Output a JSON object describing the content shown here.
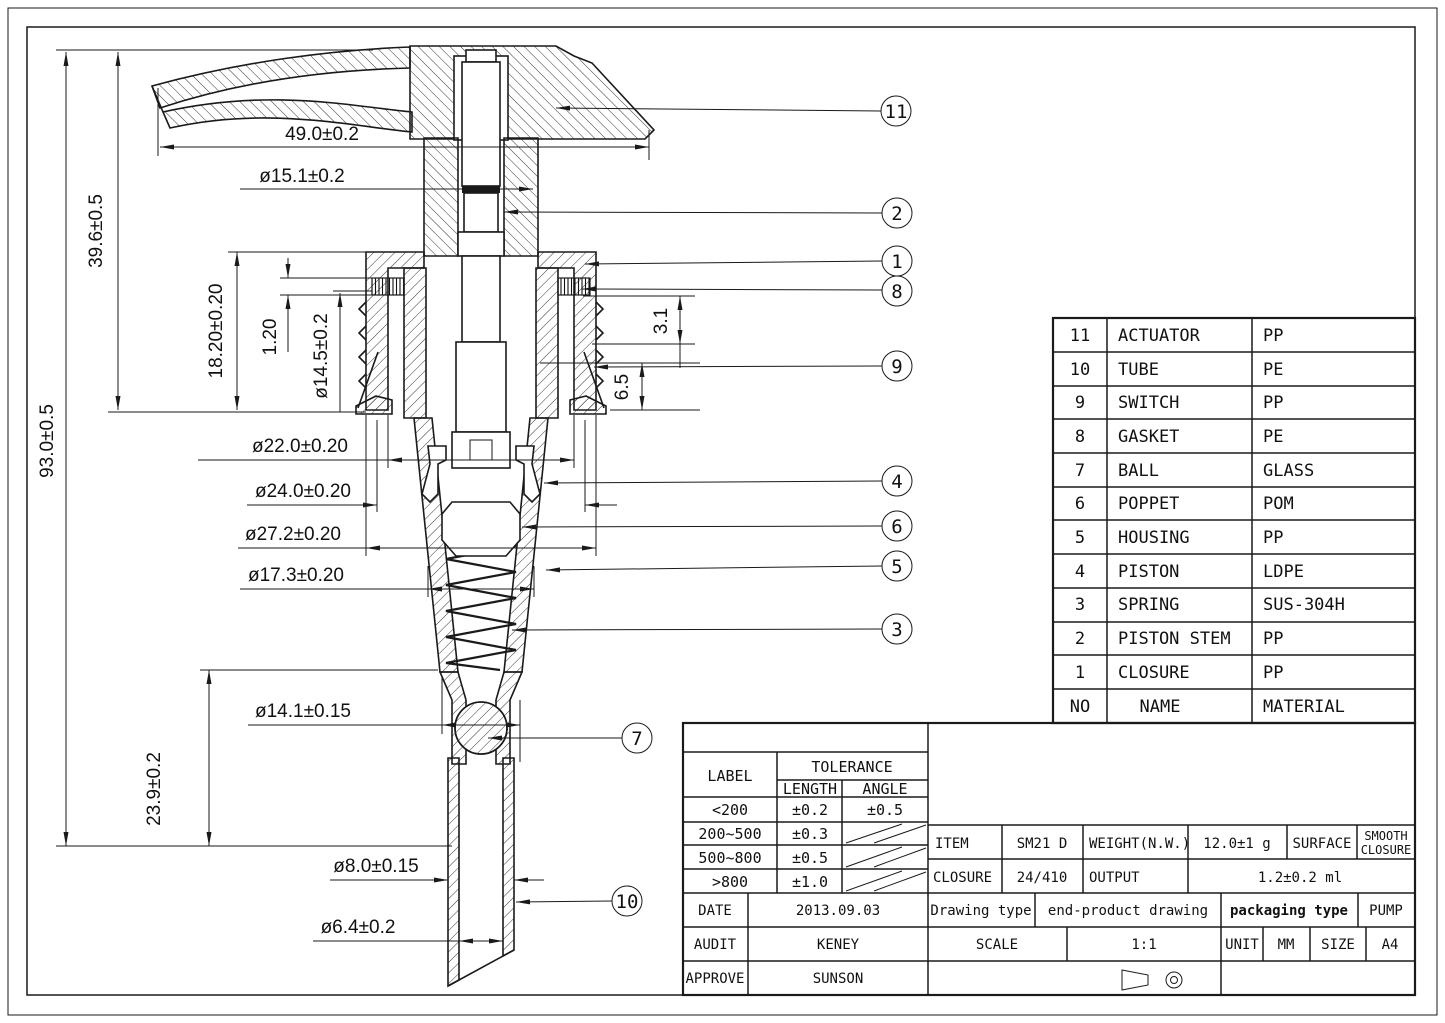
{
  "drawing": {
    "dims": [
      "49.0±0.2",
      "ø15.1±0.2",
      "39.6±0.5",
      "93.0±0.5",
      "18.20±0.20",
      "1.20",
      "ø14.5±0.2",
      "3.1",
      "6.5",
      "ø22.0±0.20",
      "ø24.0±0.20",
      "ø27.2±0.20",
      "ø17.3±0.20",
      "ø14.1±0.15",
      "23.9±0.2",
      "ø8.0±0.15",
      "ø6.4±0.2"
    ],
    "balloons": [
      "11",
      "2",
      "1",
      "8",
      "9",
      "4",
      "6",
      "5",
      "3",
      "7",
      "10"
    ]
  },
  "parts_table": {
    "headers": {
      "no": "NO",
      "name": "NAME",
      "material": "MATERIAL"
    },
    "rows": [
      {
        "no": "11",
        "name": "ACTUATOR",
        "material": "PP"
      },
      {
        "no": "10",
        "name": "TUBE",
        "material": "PE"
      },
      {
        "no": "9",
        "name": "SWITCH",
        "material": "PP"
      },
      {
        "no": "8",
        "name": "GASKET",
        "material": "PE"
      },
      {
        "no": "7",
        "name": "BALL",
        "material": "GLASS"
      },
      {
        "no": "6",
        "name": "POPPET",
        "material": "POM"
      },
      {
        "no": "5",
        "name": "HOUSING",
        "material": "PP"
      },
      {
        "no": "4",
        "name": "PISTON",
        "material": "LDPE"
      },
      {
        "no": "3",
        "name": "SPRING",
        "material": "SUS-304H"
      },
      {
        "no": "2",
        "name": "PISTON STEM",
        "material": "PP"
      },
      {
        "no": "1",
        "name": "CLOSURE",
        "material": "PP"
      }
    ]
  },
  "tolerance_table": {
    "label_header": "LABEL",
    "tolerance_header": "TOLERANCE",
    "length_header": "LENGTH",
    "angle_header": "ANGLE",
    "rows": [
      {
        "label": "<200",
        "length": "±0.2",
        "angle": "±0.5"
      },
      {
        "label": "200~500",
        "length": "±0.3",
        "angle": ""
      },
      {
        "label": "500~800",
        "length": "±0.5",
        "angle": ""
      },
      {
        "label": ">800",
        "length": "±1.0",
        "angle": ""
      }
    ]
  },
  "title_block": {
    "item_label": "ITEM",
    "item_value": "SM21 D",
    "weight_label": "WEIGHT(N.W.)",
    "weight_value": "12.0±1 g",
    "surface_label": "SURFACE",
    "surface_value_line1": "SMOOTH",
    "surface_value_line2": "CLOSURE",
    "closure_label": "CLOSURE",
    "closure_value": "24/410",
    "output_label": "OUTPUT",
    "output_value": "1.2±0.2 ml",
    "date_label": "DATE",
    "date_value": "2013.09.03",
    "drawing_type_label": "Drawing type",
    "drawing_type_value": "end-product drawing",
    "packaging_type_label": "packaging type",
    "packaging_type_value": "PUMP",
    "audit_label": "AUDIT",
    "audit_value": "KENEY",
    "scale_label": "SCALE",
    "scale_value": "1:1",
    "unit_label": "UNIT",
    "unit_value": "MM",
    "size_label": "SIZE",
    "size_value": "A4",
    "approve_label": "APPROVE",
    "approve_value": "SUNSON",
    "symbols": {
      "projection": "first-angle-projection-icon",
      "target": "double-circle-icon"
    }
  }
}
